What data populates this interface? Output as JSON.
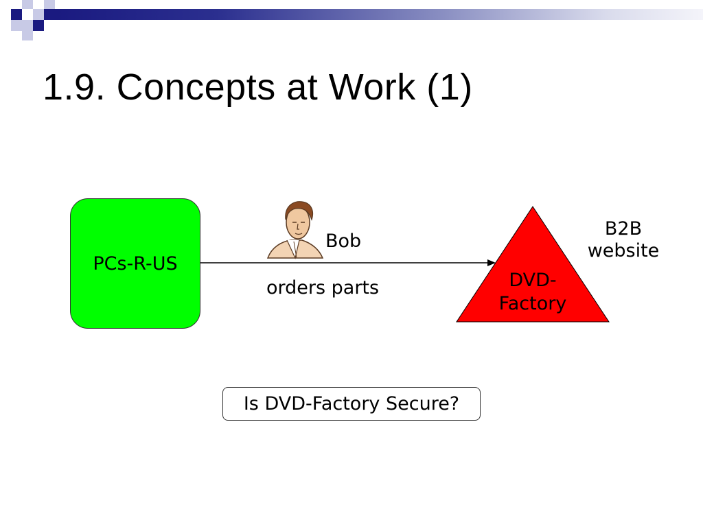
{
  "slide": {
    "title": "1.9. Concepts at Work (1)"
  },
  "diagram": {
    "source_node": {
      "label": "PCs-R-US",
      "shape": "rounded-rectangle",
      "color": "#00ff00"
    },
    "target_node": {
      "label_line1": "DVD-",
      "label_line2": "Factory",
      "shape": "triangle",
      "color": "#ff0000"
    },
    "edge": {
      "label": "orders parts"
    },
    "actor": {
      "name": "Bob",
      "icon": "person-clipart-icon"
    },
    "annotation": {
      "line1": "B2B",
      "line2": "website"
    },
    "question": "Is DVD-Factory Secure?"
  },
  "colors": {
    "header_bar": "#2b2f8f",
    "header_square_dark": "#1a1a80",
    "header_square_light": "#c8cae6"
  }
}
